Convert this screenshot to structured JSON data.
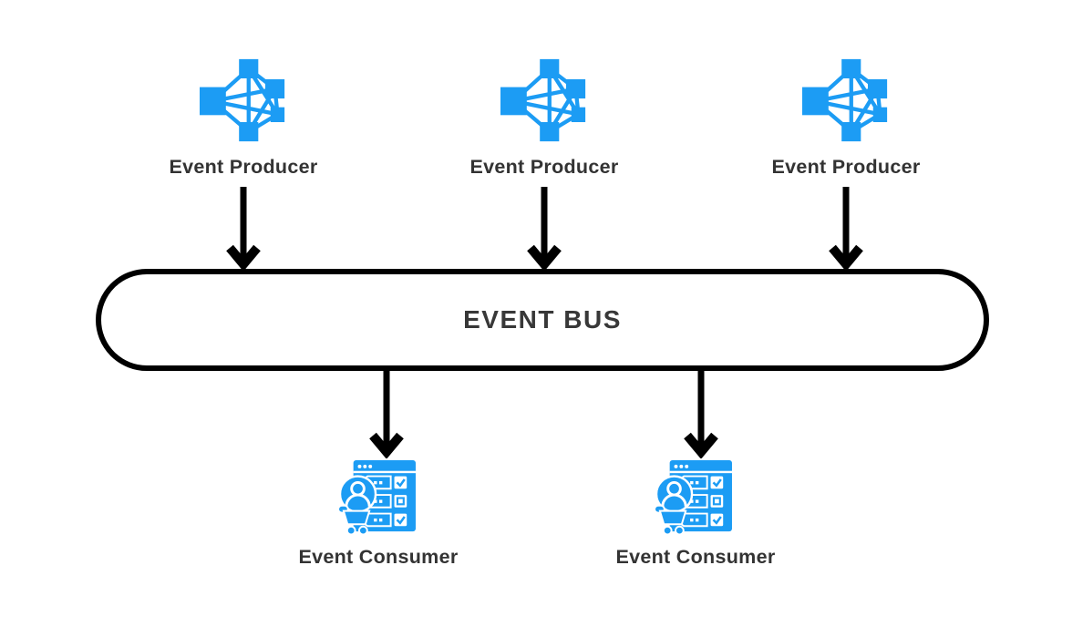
{
  "colors": {
    "accent_blue": "#1C9CF4",
    "text": "#333333",
    "line": "#000000",
    "background": "#ffffff"
  },
  "producers": [
    {
      "label": "Event Producer"
    },
    {
      "label": "Event Producer"
    },
    {
      "label": "Event Producer"
    }
  ],
  "bus": {
    "label": "EVENT BUS"
  },
  "consumers": [
    {
      "label": "Event Consumer"
    },
    {
      "label": "Event Consumer"
    }
  ]
}
